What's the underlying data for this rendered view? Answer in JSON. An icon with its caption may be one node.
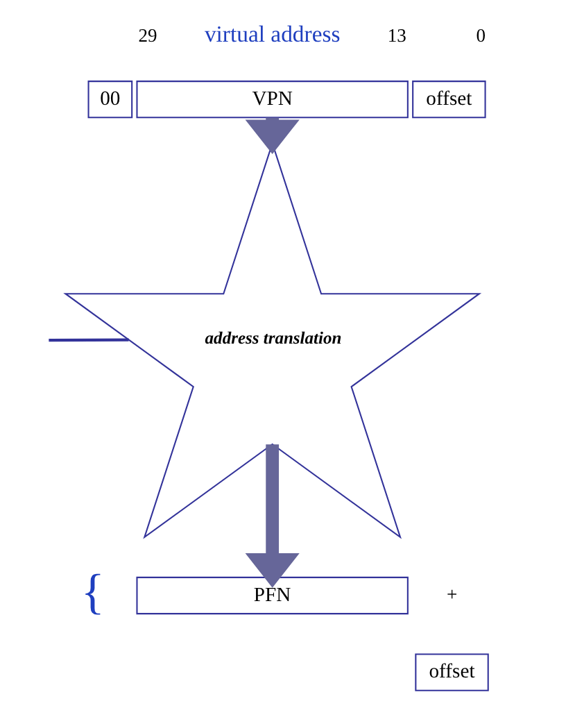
{
  "diagram": {
    "nodes": [
      {
        "text": [
          "00"
        ]
      },
      {
        "text": [
          "VPN"
        ]
      },
      {
        "text": [
          "offset"
        ]
      },
      {
        "text": [
          "address translation"
        ]
      },
      {
        "text": [
          "PFN"
        ]
      },
      {
        "text": [
          "offset"
        ]
      }
    ],
    "edges": [
      {
        "from": 1,
        "to": 3,
        "arrow": "to"
      },
      {
        "from": 3,
        "to": 4,
        "arrow": "to"
      },
      {
        "from": null,
        "to": 3,
        "arrow": "none"
      }
    ],
    "labels": [
      "29",
      "virtual address",
      "13",
      "0",
      "{",
      "+"
    ]
  }
}
